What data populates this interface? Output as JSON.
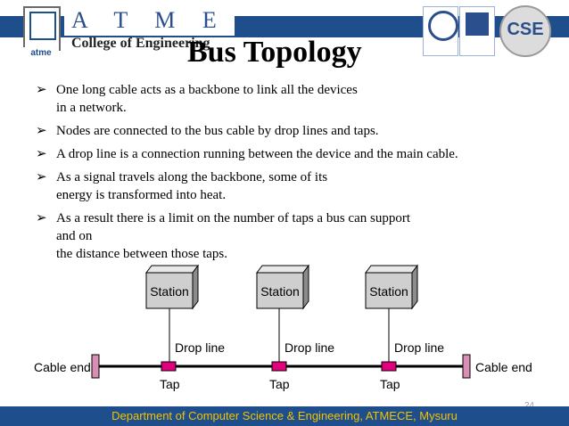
{
  "header": {
    "atme_letters": "A T M E",
    "college": "College of Engineering",
    "logo_tag": "atme",
    "title": "Bus Topology",
    "badge_cse": "CSE"
  },
  "bullets": [
    {
      "lines": [
        "One        long   cable    acts    as   a   backbone to link  all   the   devices",
        "in  a  network."
      ]
    },
    {
      "lines": [
        "Nodes are connected to the bus cable by drop lines and taps."
      ]
    },
    {
      "lines": [
        "A drop line is a connection running between the device and the main cable."
      ]
    },
    {
      "lines": [
        "As a        signal travels along the  backbone,          some      of   its",
        "energy  is transformed into heat."
      ]
    },
    {
      "lines": [
        "As a result there is a limit on the number of taps a bus can support",
        "and on",
        "the distance between those taps."
      ]
    }
  ],
  "diagram": {
    "stations": [
      "Station",
      "Station",
      "Station"
    ],
    "drop_lines": [
      "Drop line",
      "Drop line",
      "Drop line"
    ],
    "taps": [
      "Tap",
      "Tap",
      "Tap"
    ],
    "cable_end_left": "Cable end",
    "cable_end_right": "Cable end",
    "colors": {
      "tap": "#e4007c",
      "cable_end": "#d98fb5",
      "station_face": "#cfcfcf"
    }
  },
  "footer": {
    "text": "Department of Computer Science & Engineering, ATMECE, Mysuru"
  },
  "page_number": "24"
}
